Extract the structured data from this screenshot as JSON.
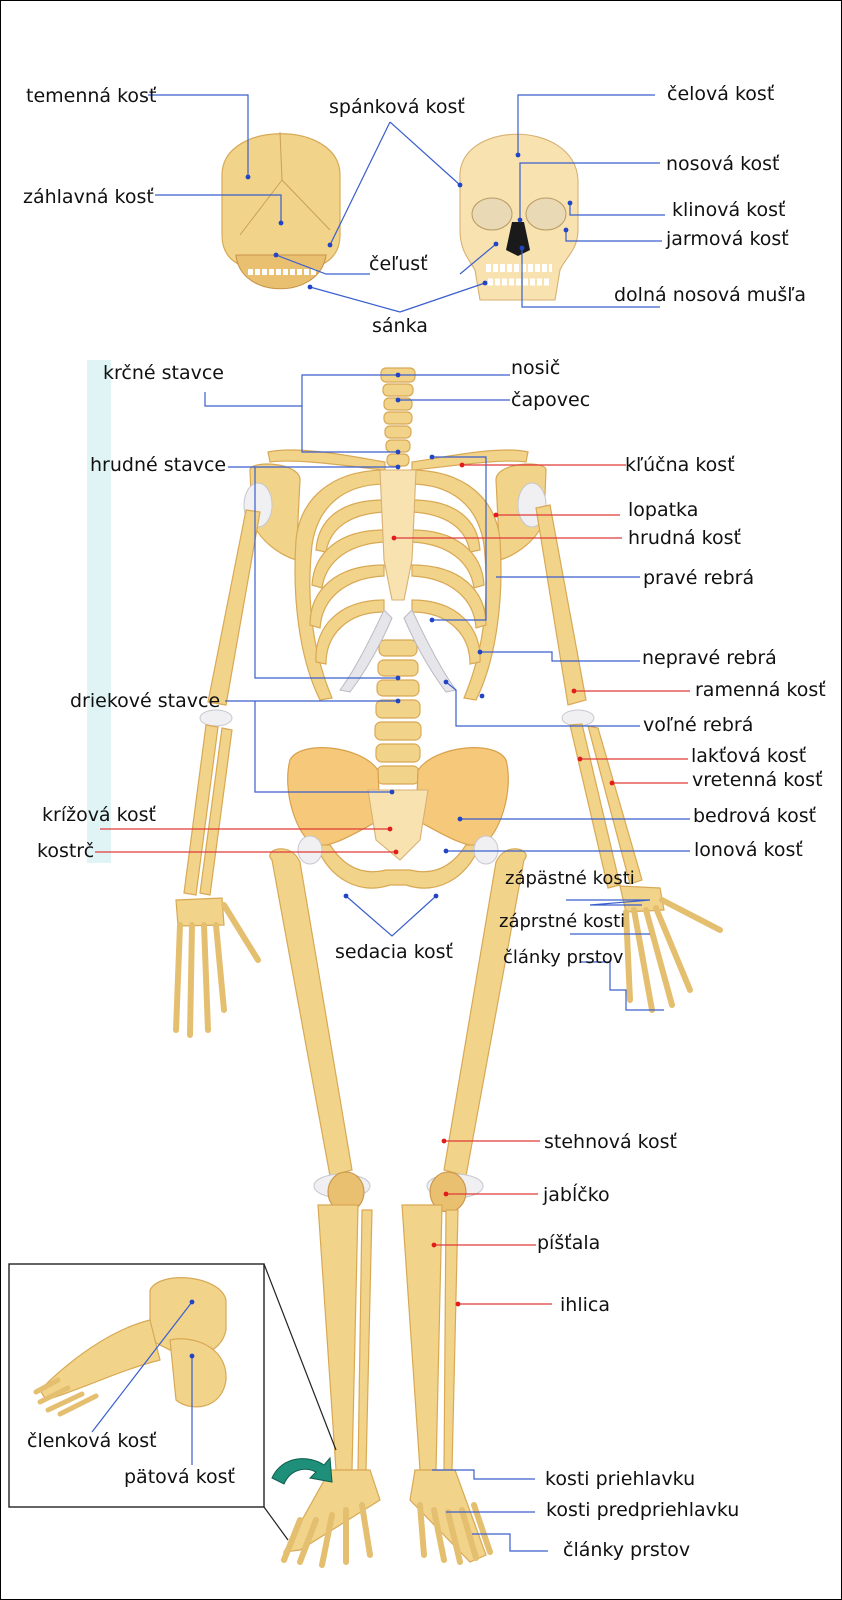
{
  "labels": {
    "temenna_kost": "temenná kosť",
    "spankova_kost": "spánková kosť",
    "celova_kost": "čelová kosť",
    "zahlavna_kost": "záhlavná kosť",
    "nosova_kost": "nosová kosť",
    "klinova_kost": "klinová kosť",
    "jarmova_kost": "jarmová kosť",
    "celust": "čeľusť",
    "dolna_nosova_musla": "dolná nosová mušľa",
    "sanka": "sánka",
    "krcne_stavce": "krčné stavce",
    "nosic": "nosič",
    "capovec": "čapovec",
    "hrudne_stavce": "hrudné stavce",
    "klucna_kost": "kľúčna kosť",
    "lopatka": "lopatka",
    "hrudna_kost": "hrudná kosť",
    "prave_rebra": "pravé rebrá",
    "neprave_rebra": "nepravé rebrá",
    "ramenna_kost": "ramenná kosť",
    "driekove_stavce": "driekové stavce",
    "volne_rebra": "voľné rebrá",
    "laktova_kost": "lakťová kosť",
    "vretenna_kost": "vretenná kosť",
    "krizova_kost": "krížová kosť",
    "bedrova_kost": "bedrová kosť",
    "kostrc": "kostrč",
    "lonova_kost": "lonová kosť",
    "zapastne_kosti": "zápästné kosti",
    "zaprstne_kosti": "záprstné kosti",
    "clanky_prstov_ruka": "články prstov",
    "sedacia_kost": "sedacia kosť",
    "stehnova_kost": "stehnová kosť",
    "jabcko": "jabĺčko",
    "pistala": "píšťala",
    "ihlica": "ihlica",
    "clenkova_kost": "členková kosť",
    "patova_kost": "pätová kosť",
    "kosti_priehlavku": "kosti priehlavku",
    "kosti_predpriehlavku": "kosti predpriehlavku",
    "clanky_prstov_noha": "články prstov"
  },
  "colors": {
    "bone": "#f2d38a",
    "label_line_blue": "#3a5fcd",
    "label_line_red": "#e03a3a",
    "spine_highlight": "#e0f4f5",
    "arrow": "#1e8f78"
  }
}
